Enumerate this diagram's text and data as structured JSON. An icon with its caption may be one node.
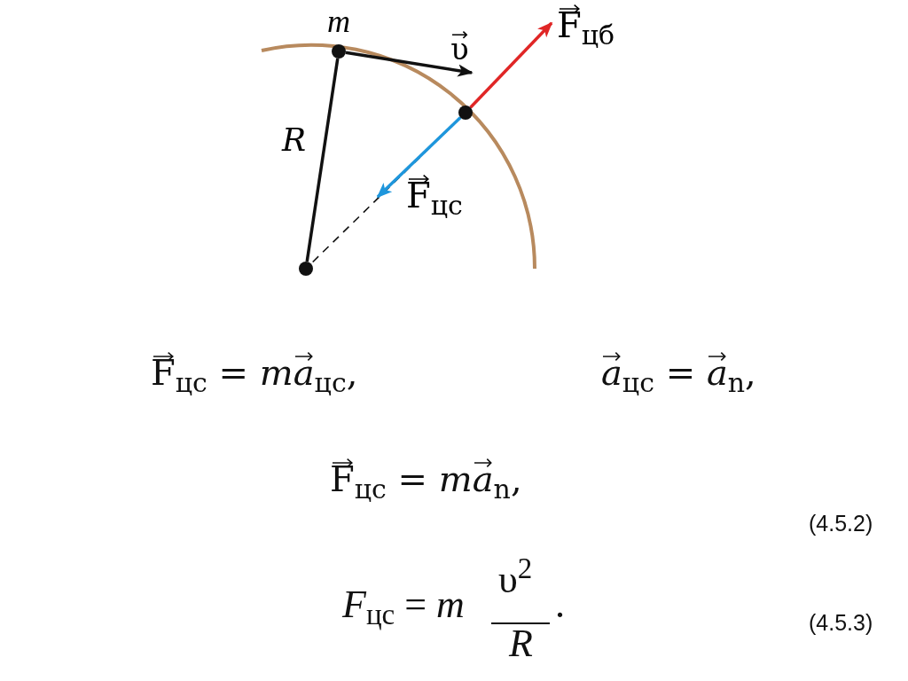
{
  "diagram": {
    "nodes": [
      {
        "text": [
          "m"
        ]
      },
      {
        "text": [],
        "shape": "circle"
      },
      {
        "text": [],
        "shape": "circle"
      }
    ],
    "edges": [
      {
        "from": 0,
        "to": null,
        "arrow": "to",
        "label": "υ⃗"
      },
      {
        "from": 1,
        "to": null,
        "arrow": "to",
        "label": "F⃗$_{цб}$",
        "color": "#e02626"
      },
      {
        "from": 1,
        "to": 2,
        "arrow": "none",
        "style": "dashed"
      },
      {
        "from": 1,
        "to": null,
        "arrow": "to",
        "label": "F⃗$_{цс}$",
        "color": "#1e96dc"
      },
      {
        "from": 0,
        "to": 2,
        "arrow": "none",
        "label": "R"
      }
    ],
    "labels": [
      "F⃗$_{цс}$ = *ma⃗*$_{цс}$,",
      "*a⃗*$_{цс}$ = *a⃗*$_{n}$,",
      "F⃗$_{цс}$ = *ma⃗*$_{n}$,",
      "(4.5.2)",
      "*F*$_{цс}$ = *m*",
      "υ$^{2}$",
      "*R*",
      ".",
      "(4.5.3)"
    ]
  }
}
